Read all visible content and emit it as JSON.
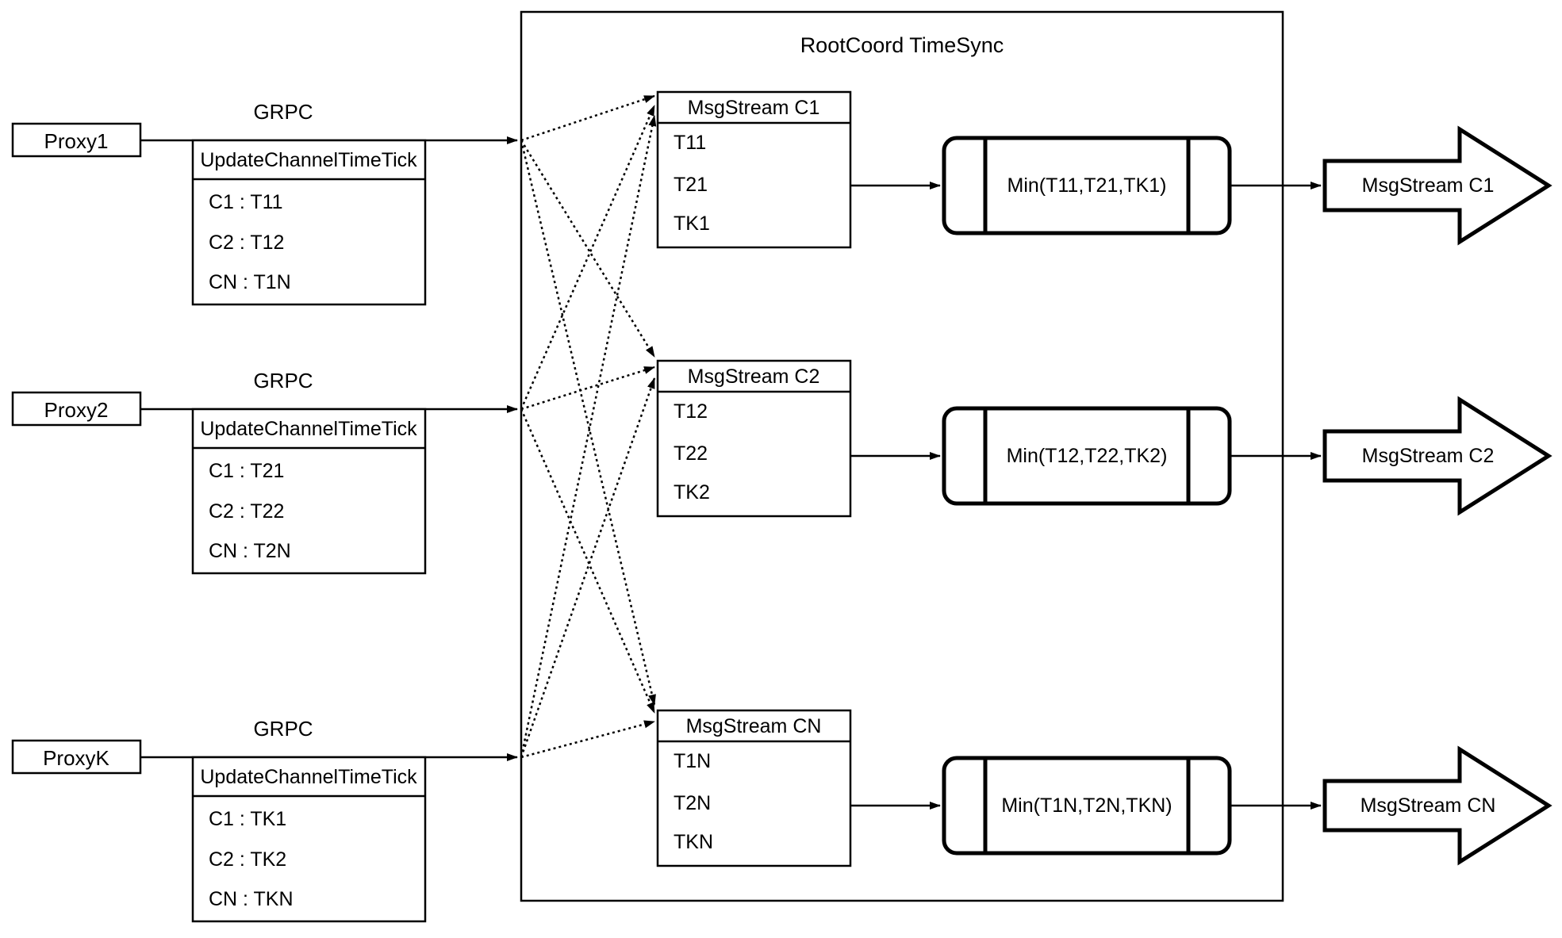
{
  "diagram": {
    "container_title": "RootCoord TimeSync",
    "grpc_label": "GRPC",
    "colors": {
      "stroke": "#000000",
      "background": "#ffffff"
    },
    "proxies": [
      {
        "label": "Proxy1",
        "table_header": "UpdateChannelTimeTick",
        "rows": [
          "C1 : T11",
          "C2 : T12",
          "CN : T1N"
        ]
      },
      {
        "label": "Proxy2",
        "table_header": "UpdateChannelTimeTick",
        "rows": [
          "C1 : T21",
          "C2 : T22",
          "CN : T2N"
        ]
      },
      {
        "label": "ProxyK",
        "table_header": "UpdateChannelTimeTick",
        "rows": [
          "C1 : TK1",
          "C2 : TK2",
          "CN : TKN"
        ]
      }
    ],
    "streams": [
      {
        "header": "MsgStream C1",
        "values": [
          "T11",
          "T21",
          "TK1"
        ],
        "min_label": "Min(T11,T21,TK1)",
        "output_label": "MsgStream C1"
      },
      {
        "header": "MsgStream C2",
        "values": [
          "T12",
          "T22",
          "TK2"
        ],
        "min_label": "Min(T12,T22,TK2)",
        "output_label": "MsgStream C2"
      },
      {
        "header": "MsgStream CN",
        "values": [
          "T1N",
          "T2N",
          "TKN"
        ],
        "min_label": "Min(T1N,T2N,TKN)",
        "output_label": "MsgStream CN"
      }
    ]
  }
}
